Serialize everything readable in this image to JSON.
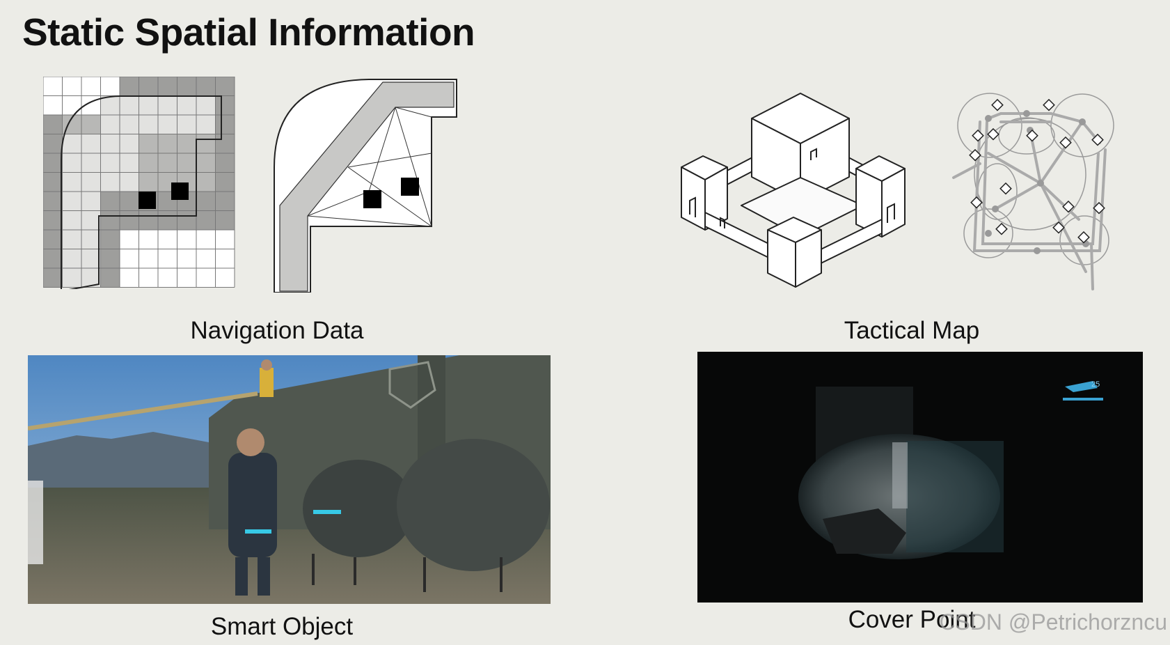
{
  "slide": {
    "title": "Static Spatial Information"
  },
  "captions": {
    "navigation": "Navigation Data",
    "tactical": "Tactical Map",
    "smart_object": "Smart Object",
    "cover_point": "Cover Point"
  },
  "overlays": {
    "watermark": "CSDN @Petrichorzncu",
    "hud_ammo": "25"
  }
}
